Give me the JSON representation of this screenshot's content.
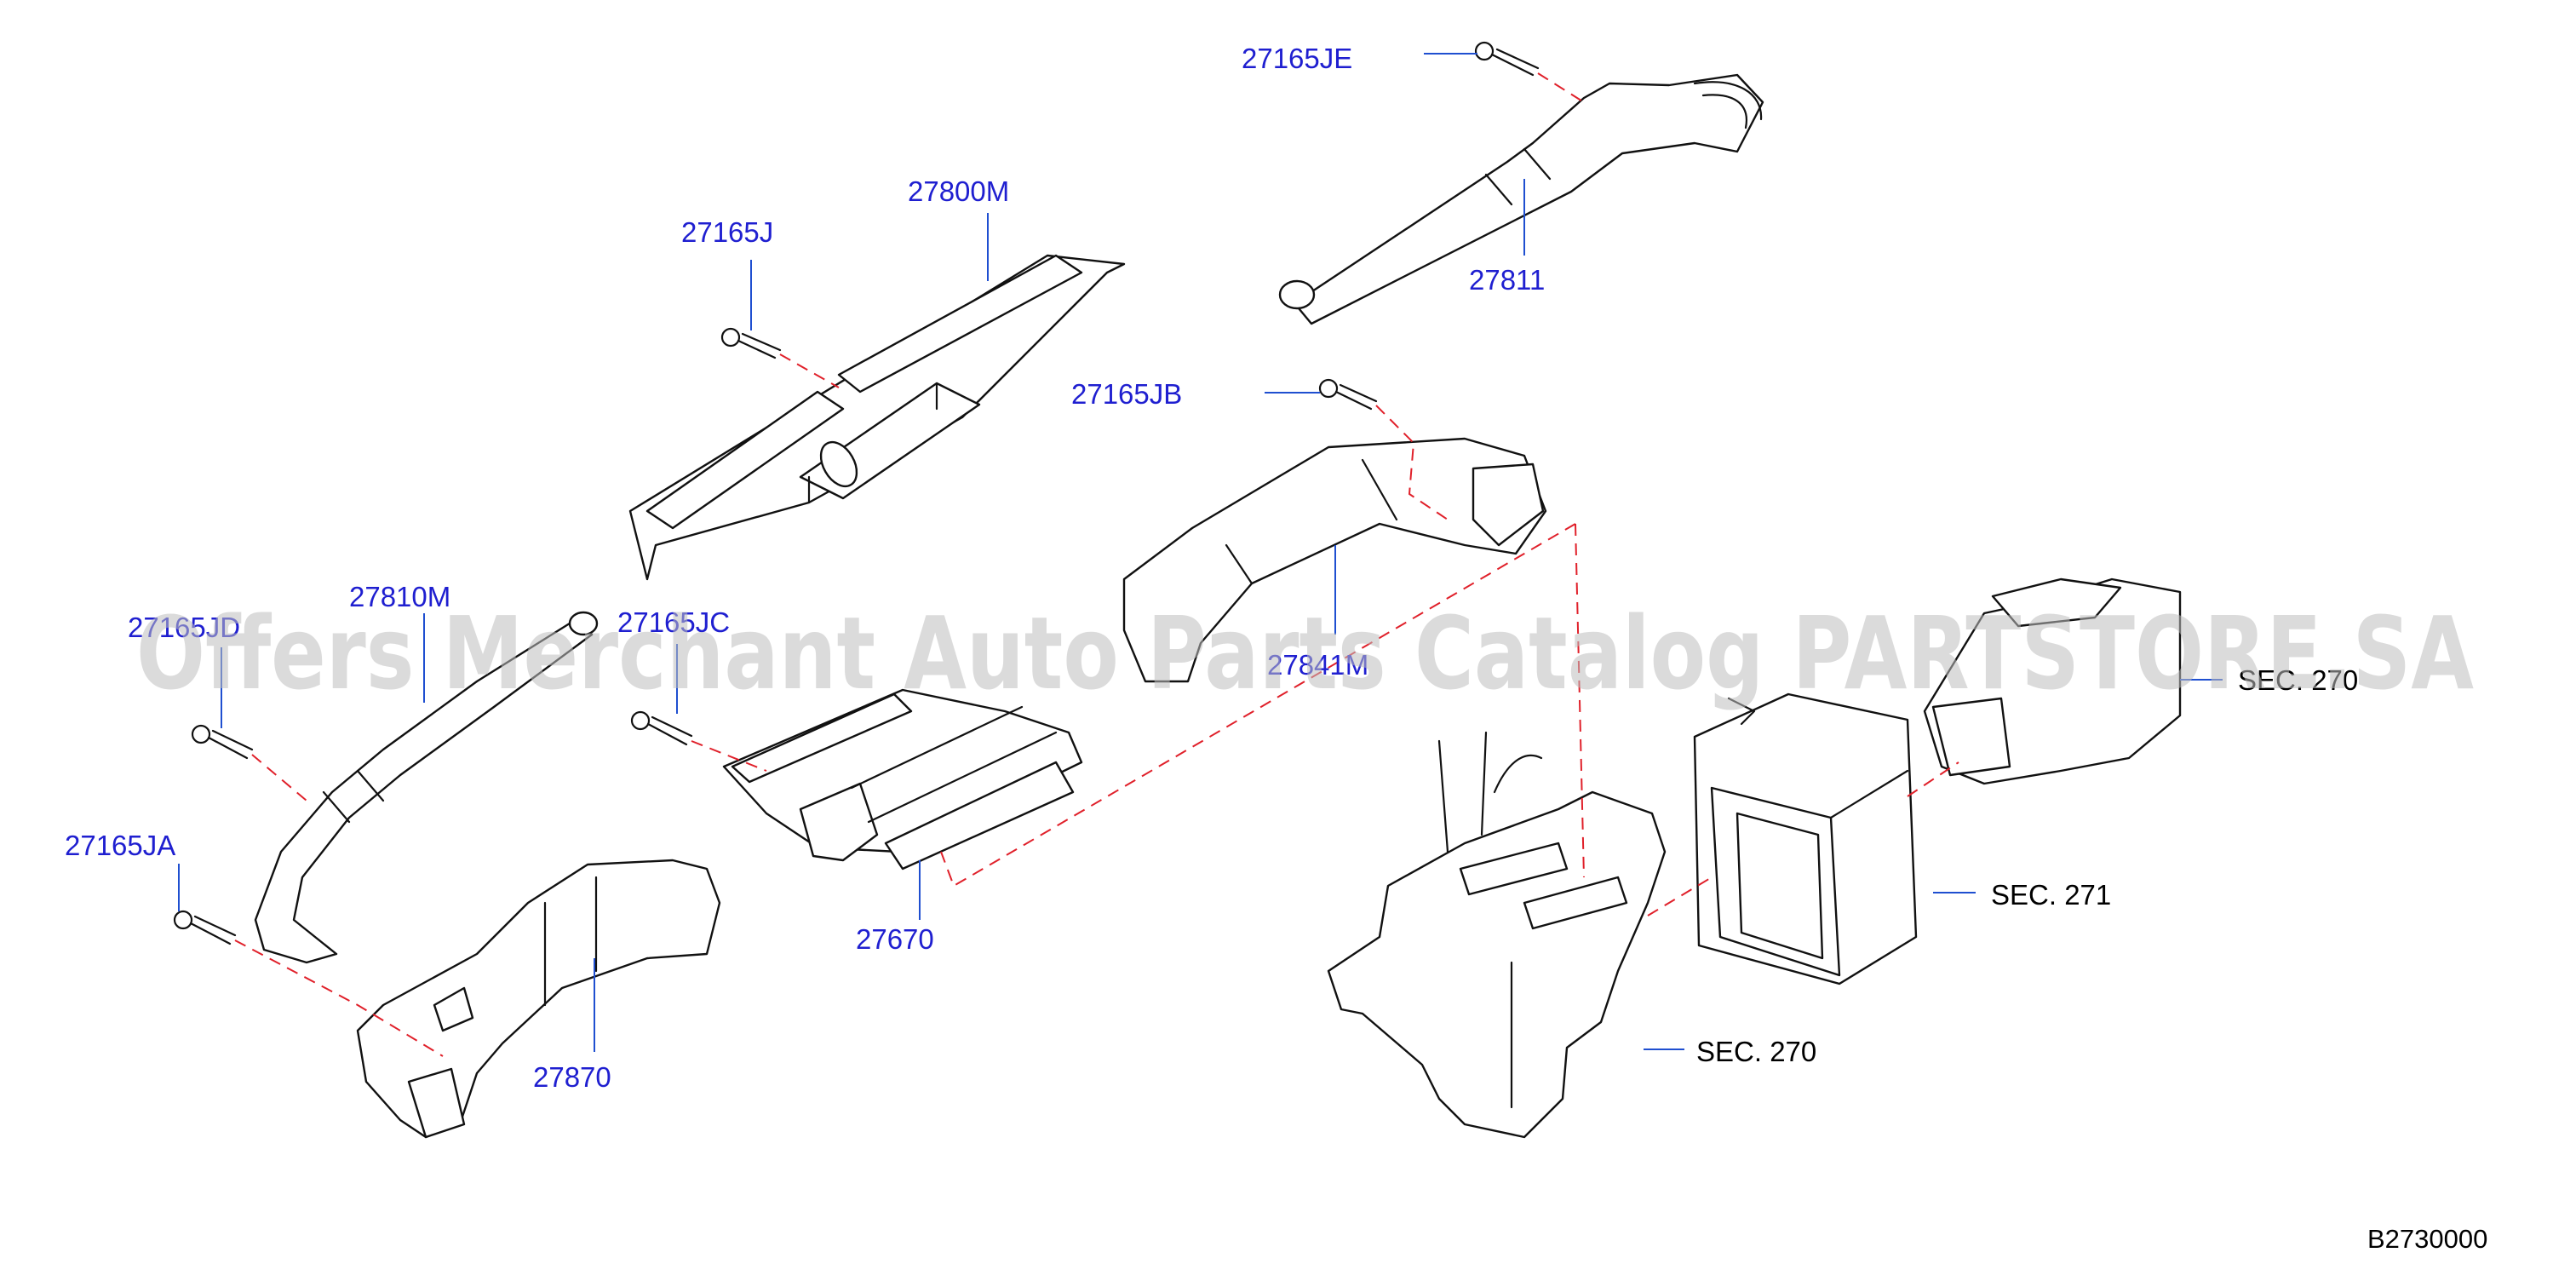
{
  "diagram": {
    "labels": {
      "27165JE": "27165JE",
      "27811": "27811",
      "27800M": "27800M",
      "27165J": "27165J",
      "27165JB": "27165JB",
      "27810M": "27810M",
      "27165JD": "27165JD",
      "27165JC": "27165JC",
      "27841M": "27841M",
      "27165JA": "27165JA",
      "27670": "27670",
      "27870": "27870",
      "sec270_right": "SEC.  270",
      "sec271": "SEC.  271",
      "sec270_bottom": "SEC.  270"
    },
    "diagram_code": "B2730000",
    "watermark": "Offers Merchant Auto Parts Catalog PARTSTORE.SA",
    "colors": {
      "label": "#1f1fd0",
      "leader": "#1f4fd0",
      "dashed": "#e0202a",
      "outline": "#111111",
      "watermark": "#bdbdbd"
    }
  }
}
